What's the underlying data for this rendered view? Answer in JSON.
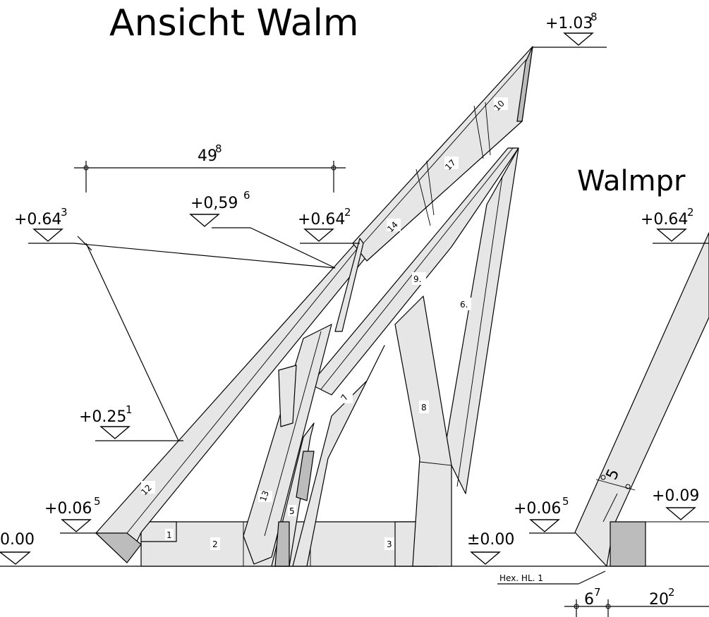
{
  "titles": {
    "main": "Ansicht Walm",
    "secondary": "Walmpr"
  },
  "levels": [
    {
      "id": "top",
      "base": "+1.03",
      "sup": "8"
    },
    {
      "id": "left-upper",
      "base": "+0.64",
      "sup": "3"
    },
    {
      "id": "mid",
      "base": "+0,59",
      "sup": "6"
    },
    {
      "id": "mid-right",
      "base": "+0.64",
      "sup": "2"
    },
    {
      "id": "low",
      "base": "+0.25",
      "sup": "1"
    },
    {
      "id": "left-base",
      "base": "+0.06",
      "sup": "5"
    },
    {
      "id": "far-left-zero",
      "base": "0.00",
      "sup": ""
    },
    {
      "id": "zero",
      "base": "±0.00",
      "sup": ""
    },
    {
      "id": "right-base",
      "base": "+0.06",
      "sup": "5"
    },
    {
      "id": "right-top",
      "base": "+0.64",
      "sup": "2"
    },
    {
      "id": "right-step",
      "base": "+0.09",
      "sup": ""
    }
  ],
  "dimensions": [
    {
      "id": "width-49",
      "base": "49",
      "sup": "8"
    },
    {
      "id": "beam-5",
      "base": "5",
      "sup": ""
    },
    {
      "id": "offset-6",
      "base": "6",
      "sup": "7"
    },
    {
      "id": "width-20",
      "base": "20",
      "sup": "2"
    }
  ],
  "piece_labels": [
    "1",
    "2",
    "3",
    "5",
    "6.",
    "7",
    "8",
    "9.",
    "10",
    "12",
    "13",
    "14",
    "17"
  ],
  "callout": "Hex. HL. 1"
}
